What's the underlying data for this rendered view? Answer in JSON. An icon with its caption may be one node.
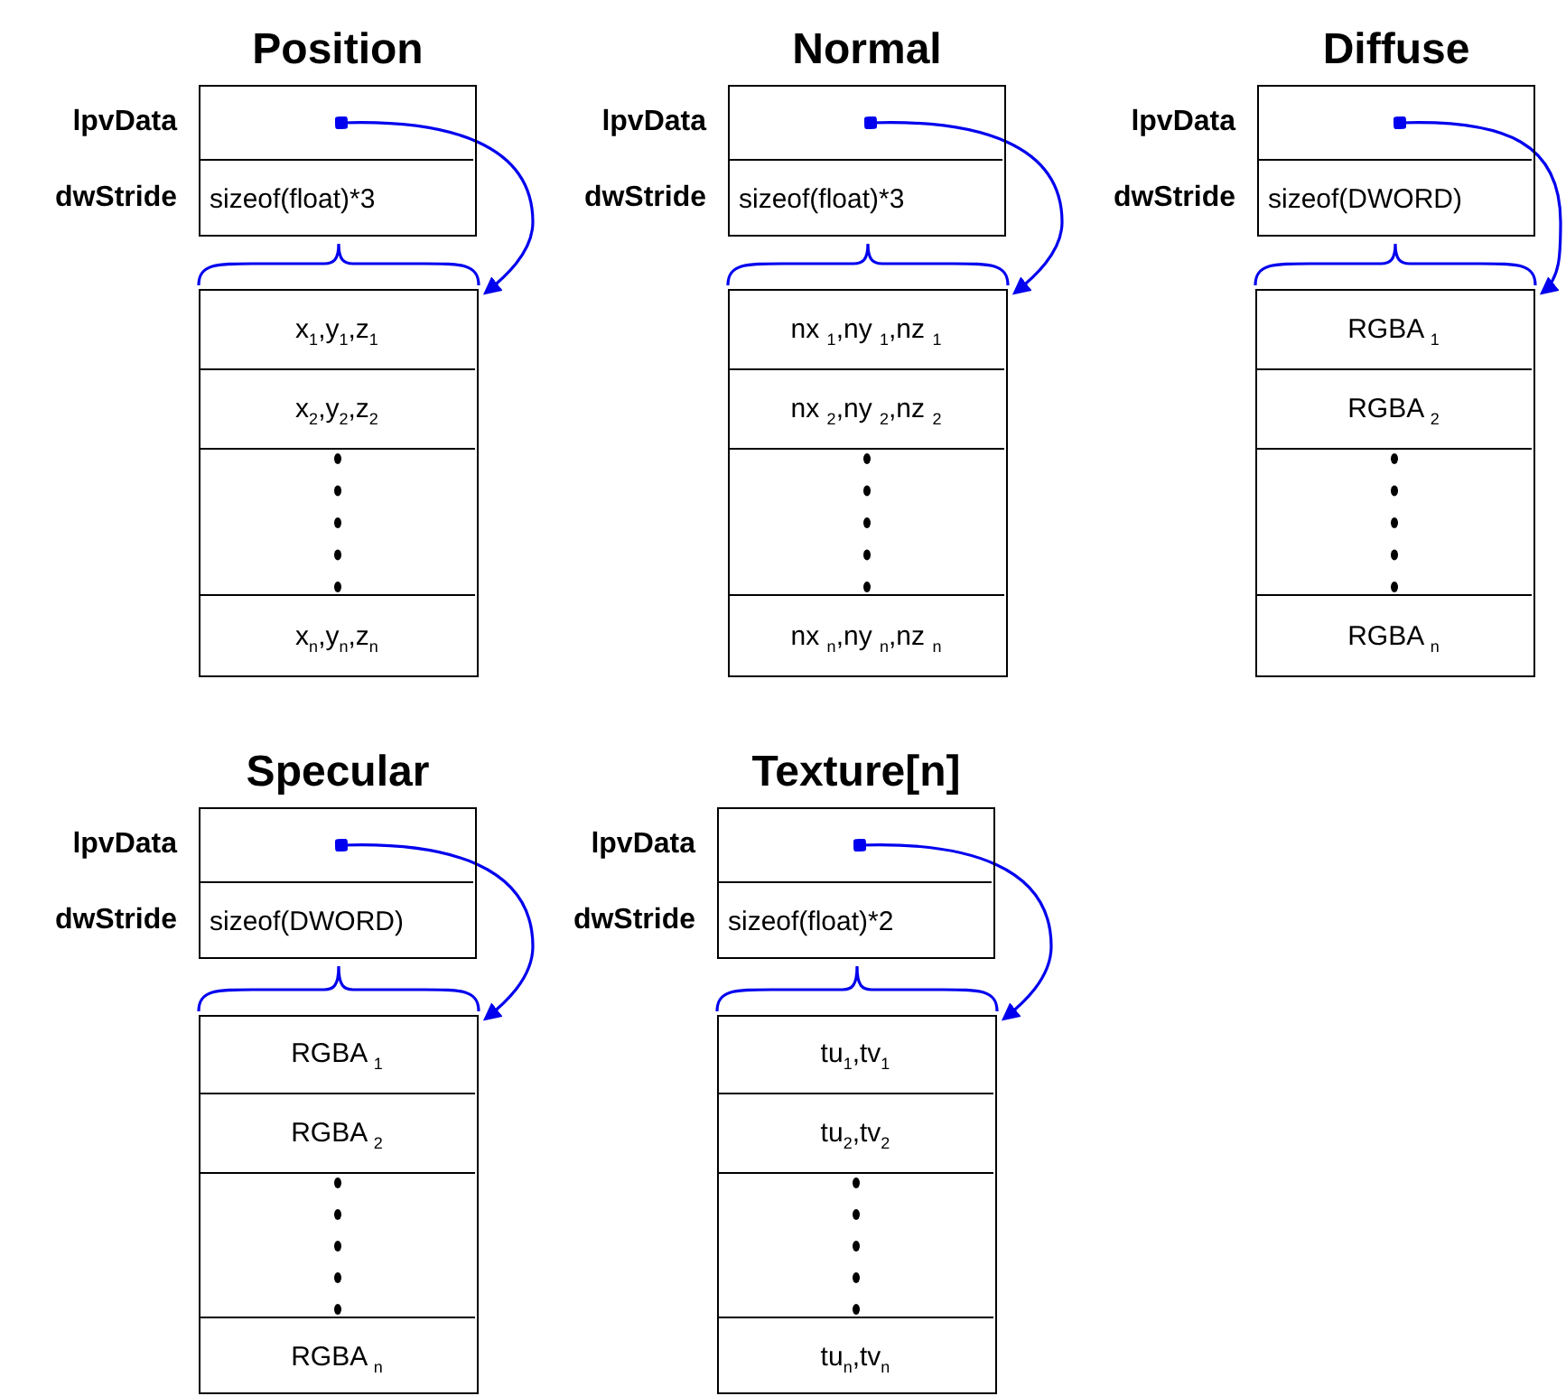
{
  "diagram": {
    "nodes": [
      {
        "text": [],
        "shape": "box",
        "beside": [
          "Position"
        ]
      },
      {
        "text": [],
        "shape": "box",
        "in": 0,
        "beside": [
          "lpvData"
        ]
      },
      {
        "text": [
          "sizeof(float)*3"
        ],
        "in": 0,
        "beside": [
          "dwStride"
        ]
      },
      {
        "text": [],
        "shape": "box"
      },
      {
        "text": [
          "x$_{1}$,y$_{1}$,z$_{1}$"
        ],
        "in": 3
      },
      {
        "text": [
          "x$_{2}$,y$_{2}$,z$_{2}$"
        ],
        "in": 3
      },
      {
        "text": [],
        "shape": "box",
        "in": 3
      },
      {
        "text": [
          "x$_{n}$,y$_{n}$,z$_{n}$"
        ],
        "in": 3
      },
      {
        "text": [],
        "shape": "box",
        "beside": [
          "Normal"
        ]
      },
      {
        "text": [],
        "shape": "box",
        "in": 8,
        "beside": [
          "lpvData"
        ]
      },
      {
        "text": [
          "sizeof(float)*3"
        ],
        "in": 8,
        "beside": [
          "dwStride"
        ]
      },
      {
        "text": [],
        "shape": "box"
      },
      {
        "text": [
          "nx $_{1}$,ny $_{1}$,nz $_{1}$"
        ],
        "in": 11
      },
      {
        "text": [
          "nx $_{2}$,ny $_{2}$,nz $_{2}$"
        ],
        "in": 11
      },
      {
        "text": [],
        "shape": "box",
        "in": 11
      },
      {
        "text": [
          "nx $_{n}$,ny $_{n}$,nz $_{n}$"
        ],
        "in": 11
      },
      {
        "text": [],
        "shape": "box",
        "beside": [
          "Diffuse"
        ]
      },
      {
        "text": [],
        "shape": "box",
        "in": 16,
        "beside": [
          "lpvData"
        ]
      },
      {
        "text": [
          "sizeof(DWORD)"
        ],
        "in": 16,
        "beside": [
          "dwStride"
        ]
      },
      {
        "text": [],
        "shape": "box"
      },
      {
        "text": [
          "RGBA $_{1}$"
        ],
        "in": 19
      },
      {
        "text": [
          "RGBA $_{2}$"
        ],
        "in": 19
      },
      {
        "text": [],
        "shape": "box",
        "in": 19
      },
      {
        "text": [
          "RGBA $_{n}$"
        ],
        "in": 19
      },
      {
        "text": [],
        "shape": "box",
        "beside": [
          "Specular"
        ]
      },
      {
        "text": [],
        "shape": "box",
        "in": 24,
        "beside": [
          "lpvData"
        ]
      },
      {
        "text": [
          "sizeof(DWORD)"
        ],
        "in": 24,
        "beside": [
          "dwStride"
        ]
      },
      {
        "text": [],
        "shape": "box"
      },
      {
        "text": [
          "RGBA $_{1}$"
        ],
        "in": 27
      },
      {
        "text": [
          "RGBA $_{2}$"
        ],
        "in": 27
      },
      {
        "text": [],
        "shape": "box",
        "in": 27
      },
      {
        "text": [
          "RGBA $_{n}$"
        ],
        "in": 27
      },
      {
        "text": [],
        "shape": "box",
        "beside": [
          "Texture[n]"
        ]
      },
      {
        "text": [],
        "shape": "box",
        "in": 32,
        "beside": [
          "lpvData"
        ]
      },
      {
        "text": [
          "sizeof(float)*2"
        ],
        "in": 32,
        "beside": [
          "dwStride"
        ]
      },
      {
        "text": [],
        "shape": "box"
      },
      {
        "text": [
          "tu$_{1}$,tv$_{1}$"
        ],
        "in": 35
      },
      {
        "text": [
          "tu$_{2}$,tv$_{2}$"
        ],
        "in": 35
      },
      {
        "text": [],
        "shape": "box",
        "in": 35
      },
      {
        "text": [
          "tu$_{n}$,tv$_{n}$"
        ],
        "in": 35
      }
    ],
    "edges": [
      {
        "from": 1,
        "to": 3,
        "arrow": "to"
      },
      {
        "from": 9,
        "to": 11,
        "arrow": "to"
      },
      {
        "from": 17,
        "to": 19,
        "arrow": "to"
      },
      {
        "from": 25,
        "to": 27,
        "arrow": "to"
      },
      {
        "from": 33,
        "to": 35,
        "arrow": "to"
      }
    ]
  }
}
